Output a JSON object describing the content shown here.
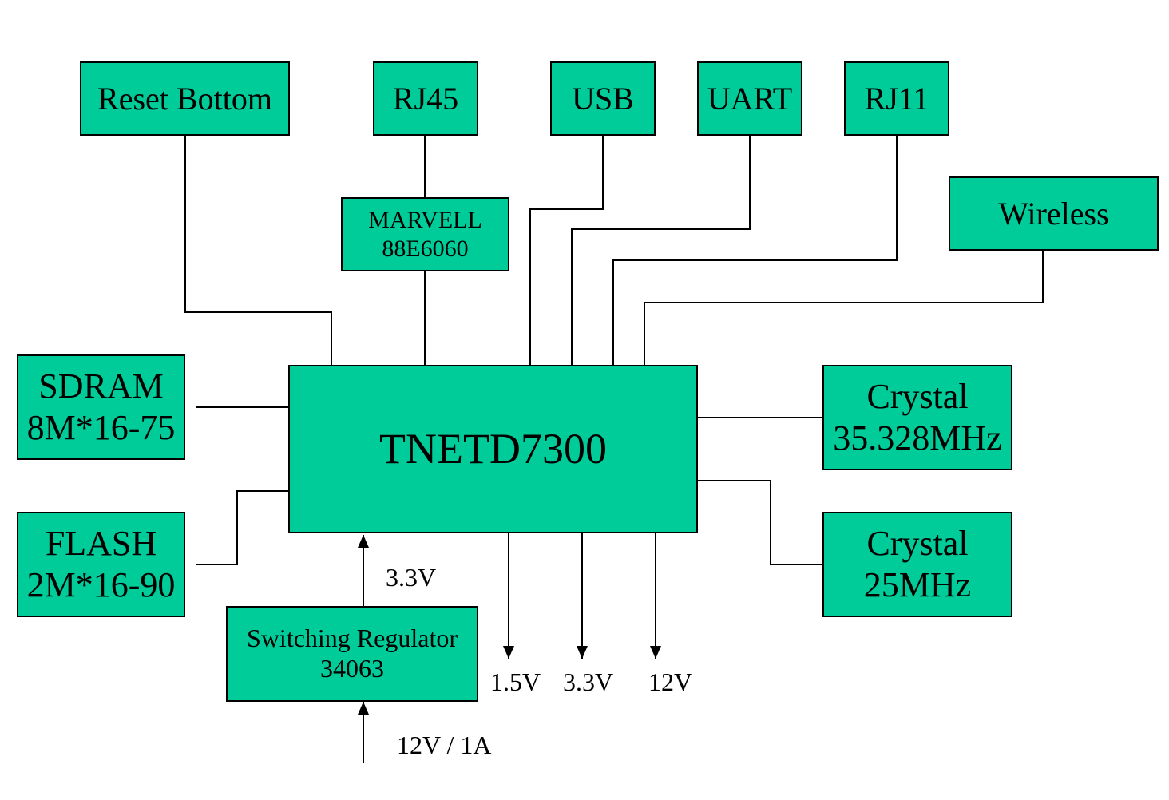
{
  "nodes": {
    "reset": "Reset Bottom",
    "rj45": "RJ45",
    "usb": "USB",
    "uart": "UART",
    "rj11": "RJ11",
    "wireless": "Wireless",
    "marvell": {
      "line1": "MARVELL",
      "line2": "88E6060"
    },
    "sdram": {
      "line1": "SDRAM",
      "line2": "8M*16-75"
    },
    "flash": {
      "line1": "FLASH",
      "line2": "2M*16-90"
    },
    "cpu": "TNETD7300",
    "crystal1": {
      "line1": "Crystal",
      "line2": "35.328MHz"
    },
    "crystal2": {
      "line1": "Crystal",
      "line2": "25MHz"
    },
    "regulator": {
      "line1": "Switching Regulator",
      "line2": "34063"
    }
  },
  "labels": {
    "reg_out": "3.3V",
    "out_1v5": "1.5V",
    "out_3v3": "3.3V",
    "out_12v": "12V",
    "input": "12V / 1A"
  },
  "colors": {
    "box_fill": "#00CC99",
    "line": "#000000"
  }
}
